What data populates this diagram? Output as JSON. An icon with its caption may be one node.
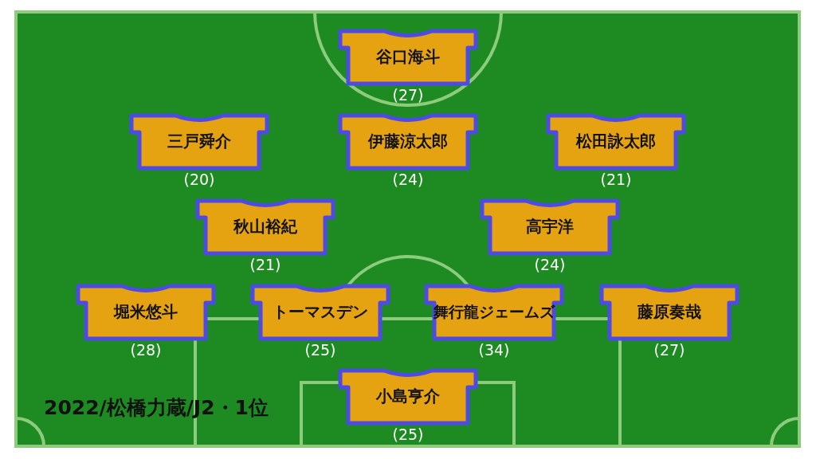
{
  "diagram": {
    "nodes": [
      {
        "text": [
          "谷口海斗"
        ],
        "beside": [
          "(27)"
        ]
      },
      {
        "text": [
          "三戸舜介"
        ],
        "beside": [
          "(20)"
        ]
      },
      {
        "text": [
          "伊藤涼太郎"
        ],
        "beside": [
          "(24)"
        ]
      },
      {
        "text": [
          "松田詠太郎"
        ],
        "beside": [
          "(21)"
        ]
      },
      {
        "text": [
          "秋山裕紀"
        ],
        "beside": [
          "(21)"
        ]
      },
      {
        "text": [
          "高宇洋"
        ],
        "beside": [
          "(24)"
        ]
      },
      {
        "text": [
          "堀米悠斗"
        ],
        "beside": [
          "(28)"
        ]
      },
      {
        "text": [
          "トーマスデン"
        ],
        "beside": [
          "(25)"
        ]
      },
      {
        "text": [
          "舞行龍ジェームズ"
        ],
        "beside": [
          "(34)"
        ]
      },
      {
        "text": [
          "藤原奏哉"
        ],
        "beside": [
          "(27)"
        ]
      },
      {
        "text": [
          "小島亨介"
        ],
        "beside": [
          "(25)"
        ]
      }
    ],
    "edges": [],
    "labels": [
      "2022/松橋力蔵/J2・1位"
    ]
  }
}
